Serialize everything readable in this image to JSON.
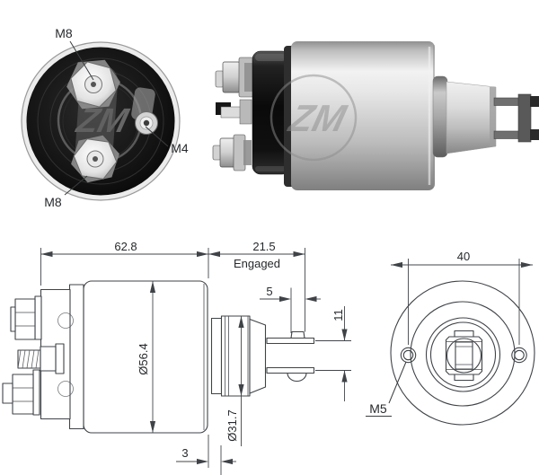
{
  "part": {
    "watermark": "ZM"
  },
  "end_view": {
    "terminal_top": "M8",
    "terminal_side": "M4",
    "terminal_bottom": "M8"
  },
  "side_view": {
    "body_length": "62.8",
    "plunger_travel": "21.5",
    "travel_state": "Engaged",
    "rod_tip_width": "5",
    "fork_height": "11",
    "body_diameter": "Ø56.4",
    "front_diameter": "Ø31.7",
    "flange_thickness": "3"
  },
  "front_view": {
    "hole_spacing": "40",
    "hole_thread": "M5"
  },
  "colors": {
    "background": "#ffffff",
    "line": "#3f4347",
    "text": "#26292c",
    "photo_black": "#0d0d0d",
    "metal_light": "#ededed",
    "metal_mid": "#c6c6c6"
  }
}
